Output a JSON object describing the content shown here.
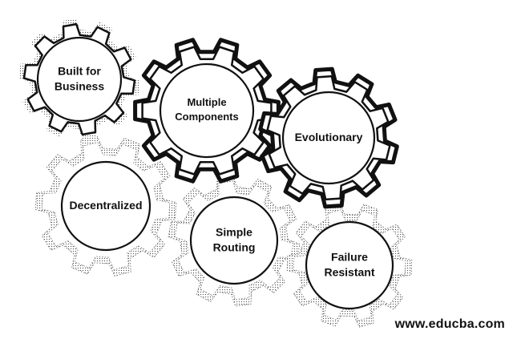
{
  "gears": [
    {
      "id": "built-for-business",
      "label_lines": [
        "Built for",
        "Business"
      ]
    },
    {
      "id": "multiple-components",
      "label_lines": [
        "Multiple",
        "Components"
      ]
    },
    {
      "id": "evolutionary",
      "label_lines": [
        "Evolutionary"
      ]
    },
    {
      "id": "decentralized",
      "label_lines": [
        "Decentralized"
      ]
    },
    {
      "id": "simple-routing",
      "label_lines": [
        "Simple",
        "Routing"
      ]
    },
    {
      "id": "failure-resistant",
      "label_lines": [
        "Failure",
        "Resistant"
      ]
    }
  ],
  "watermark": "www.educba.com",
  "colors": {
    "outline": "#111111",
    "fill": "#ffffff",
    "dotted": "#555555"
  }
}
